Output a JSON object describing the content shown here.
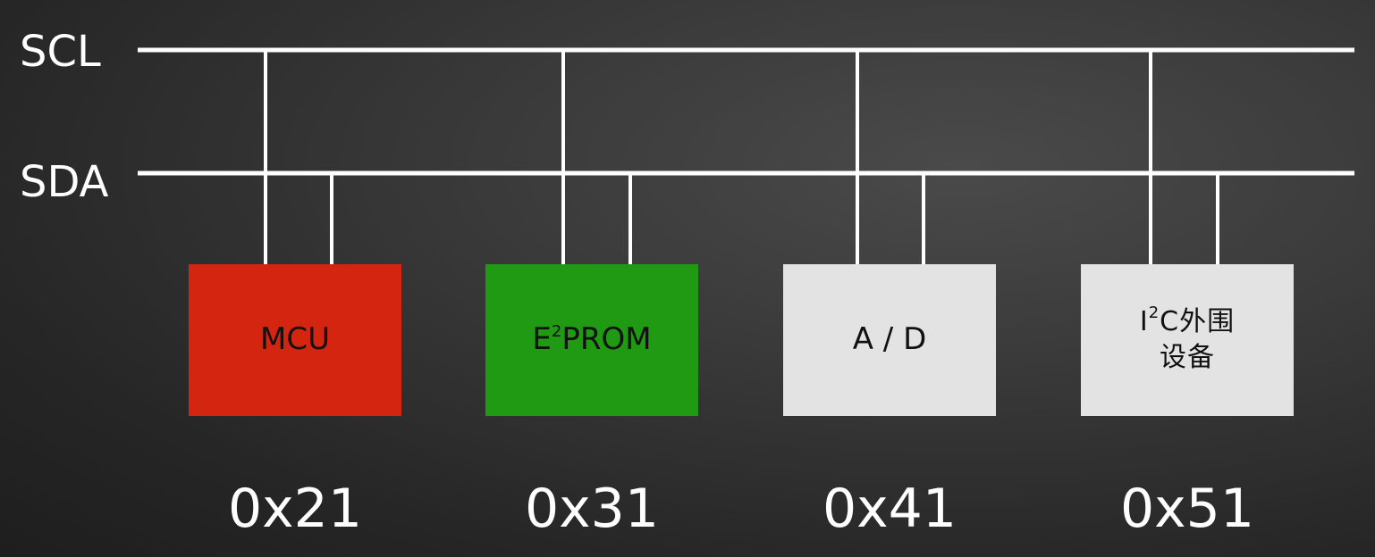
{
  "bus": {
    "scl_label": "SCL",
    "sda_label": "SDA",
    "line_color": "#ffffff"
  },
  "devices": [
    {
      "name_prefix": "MCU",
      "name_sup": "",
      "name_suffix": "",
      "line2": "",
      "address": "0x21",
      "color": "#d42510"
    },
    {
      "name_prefix": "E",
      "name_sup": "2",
      "name_suffix": "PROM",
      "line2": "",
      "address": "0x31",
      "color": "#1f9a12"
    },
    {
      "name_prefix": "A / D",
      "name_sup": "",
      "name_suffix": "",
      "line2": "",
      "address": "0x41",
      "color": "#e3e3e3"
    },
    {
      "name_prefix": "I",
      "name_sup": "2",
      "name_suffix": "C外围",
      "line2": "设备",
      "address": "0x51",
      "color": "#e3e3e3"
    }
  ]
}
